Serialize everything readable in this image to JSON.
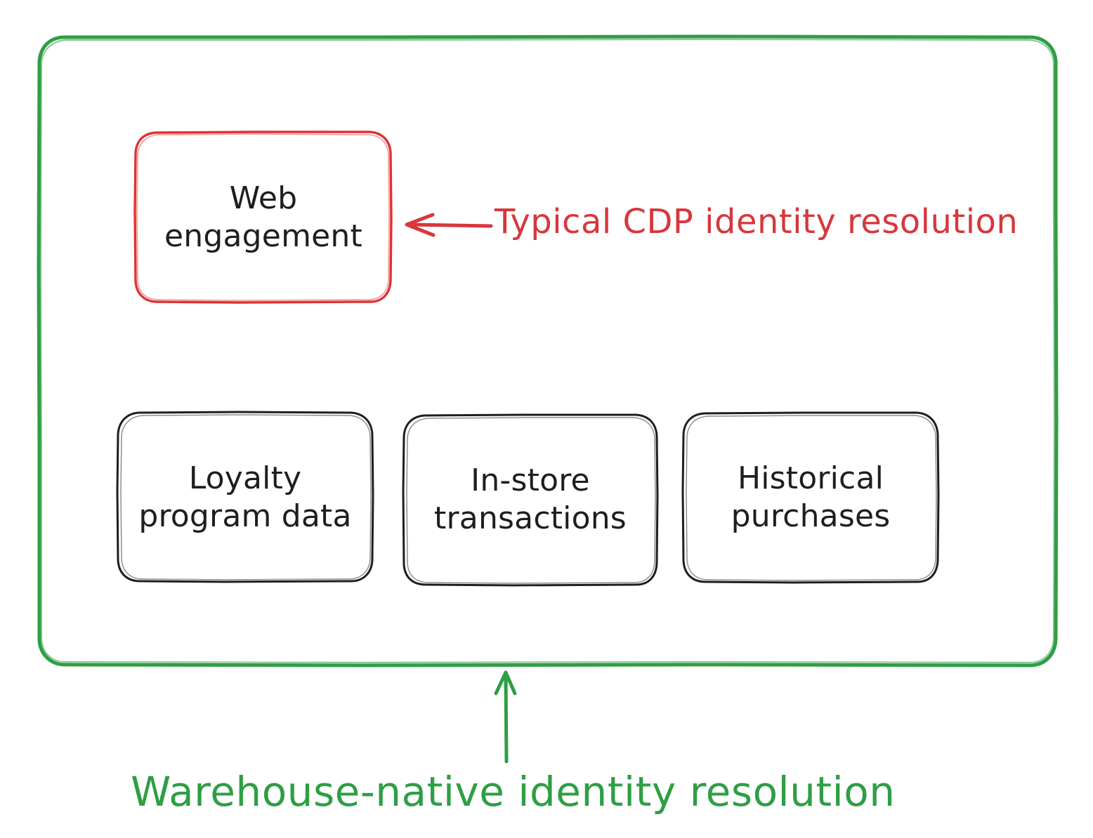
{
  "diagram": {
    "title": "Warehouse-native identity resolution",
    "type": "annotated-container-diagram",
    "background_color": "#ffffff",
    "container": {
      "name": "warehouse-native-container",
      "stroke_color": "#2f9e44",
      "fill": "transparent",
      "label": "Warehouse-native identity resolution"
    },
    "nodes": [
      {
        "id": "web-engagement",
        "line1": "Web",
        "line2": "engagement",
        "stroke_color": "#e03131",
        "highlighted": true
      },
      {
        "id": "loyalty-program-data",
        "line1": "Loyalty",
        "line2": "program data",
        "stroke_color": "#1e1e1e",
        "highlighted": false
      },
      {
        "id": "in-store-transactions",
        "line1": "In-store",
        "line2": "transactions",
        "stroke_color": "#1e1e1e",
        "highlighted": false
      },
      {
        "id": "historical-purchases",
        "line1": "Historical",
        "line2": "purchases",
        "stroke_color": "#1e1e1e",
        "highlighted": false
      }
    ],
    "annotations": [
      {
        "id": "typical-cdp-annotation",
        "text": "Typical CDP identity resolution",
        "color": "#d6383c",
        "arrow_direction": "left",
        "points_to": "web-engagement"
      },
      {
        "id": "warehouse-native-annotation",
        "text": "Warehouse-native identity resolution",
        "color": "#2f9e44",
        "arrow_direction": "up",
        "points_to": "warehouse-native-container"
      }
    ],
    "colors": {
      "green": "#2f9e44",
      "red_box": "#e03131",
      "red_text": "#d6383c",
      "black": "#1e1e1e",
      "white": "#ffffff"
    }
  }
}
